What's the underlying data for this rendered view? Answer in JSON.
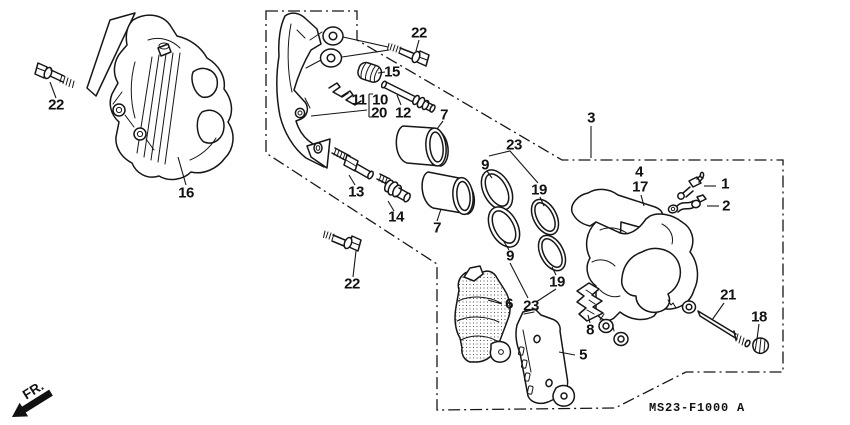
{
  "diagram": {
    "code": "MS23-F1000 A",
    "fr_label": "FR.",
    "line_color": "#161616",
    "background": "#ffffff"
  },
  "labels": {
    "bleeder_1": "1",
    "clamp_2": "2",
    "subassembly_3": "3",
    "caliper_4": "4",
    "pad_5": "5",
    "pad_6": "6",
    "piston7_top": "7",
    "piston7_bottom": "7",
    "spring_8": "8",
    "seal9_top": "9",
    "seal9_bottom": "9",
    "bracket_10": "10",
    "retainer_11": "11",
    "pin_12": "12",
    "pin_13": "13",
    "pin_14": "14",
    "boot_15": "15",
    "caliper_assy_16": "16",
    "caliper_17": "17",
    "plug_18": "18",
    "seal19_top": "19",
    "seal19_bottom": "19",
    "pinkit_20": "20",
    "pin_21": "21",
    "bolt22_left": "22",
    "bolt22_top": "22",
    "bolt22_bottom": "22",
    "sealset23_top": "23",
    "sealset23_bottom": "23"
  }
}
